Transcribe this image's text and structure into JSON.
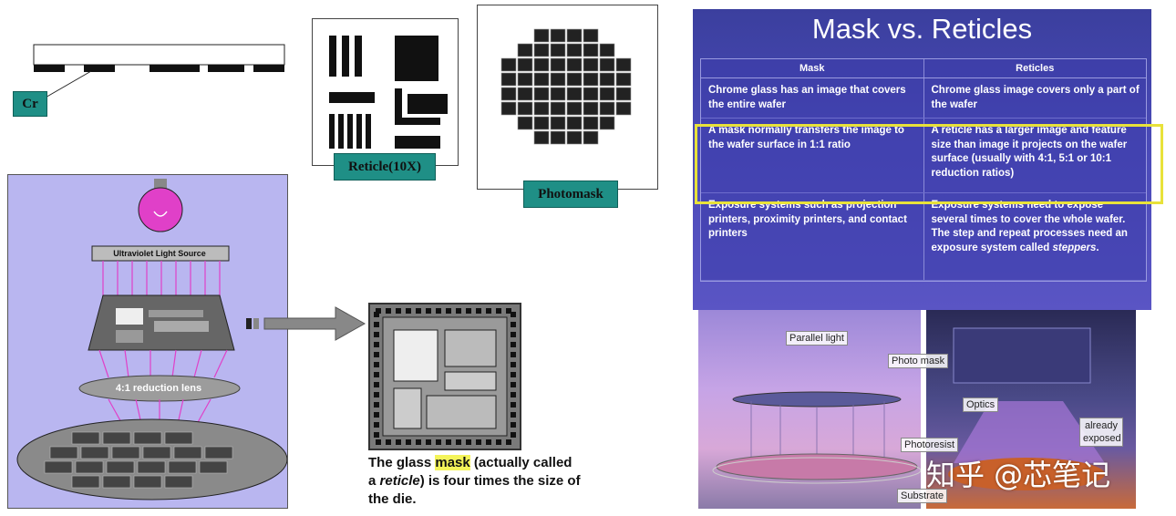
{
  "cr_label": "Cr",
  "reticle_label": "Reticle(10X)",
  "photomask_label": "Photomask",
  "uv_label": "Ultraviolet Light Source",
  "lens_label": "4:1 reduction lens",
  "caption": {
    "part1": "The glass ",
    "highlight": "mask",
    "part2": " (actually called",
    "line2_a": "a ",
    "line2_italic": "reticle",
    "line2_b": ") is four times the size of",
    "line3": "the die."
  },
  "slide": {
    "title": "Mask vs. Reticles",
    "col_mask": "Mask",
    "col_reticles": "Reticles",
    "rows": [
      {
        "mask": "Chrome glass has an image that covers the entire wafer",
        "reticle": "Chrome glass image covers only a part of the wafer"
      },
      {
        "mask": "A mask normally transfers the image to the wafer surface in 1:1 ratio",
        "reticle": "A reticle has a larger image and feature size than image it projects on the wafer surface (usually with 4:1, 5:1 or 10:1 reduction ratios)"
      },
      {
        "mask": "Exposure systems such as projection printers, proximity printers, and contact printers",
        "reticle_a": "Exposure systems need to expose several times to cover the whole wafer. The step and repeat processes need an exposure system called ",
        "reticle_italic": "steppers",
        "reticle_b": "."
      }
    ]
  },
  "photos": {
    "parallel_light": "Parallel light",
    "photomask": "Photo mask",
    "optics": "Optics",
    "already_exposed": "already exposed",
    "photoresist": "Photoresist",
    "substrate": "Substrate"
  },
  "watermark": "知乎 @芯笔记",
  "colors": {
    "label_teal": "#1f8f86",
    "panel_blue": "#4446b2",
    "highlight_yellow": "#f4f45a",
    "bulb_pink": "#e040c8",
    "lavender": "#b9b6f0"
  }
}
